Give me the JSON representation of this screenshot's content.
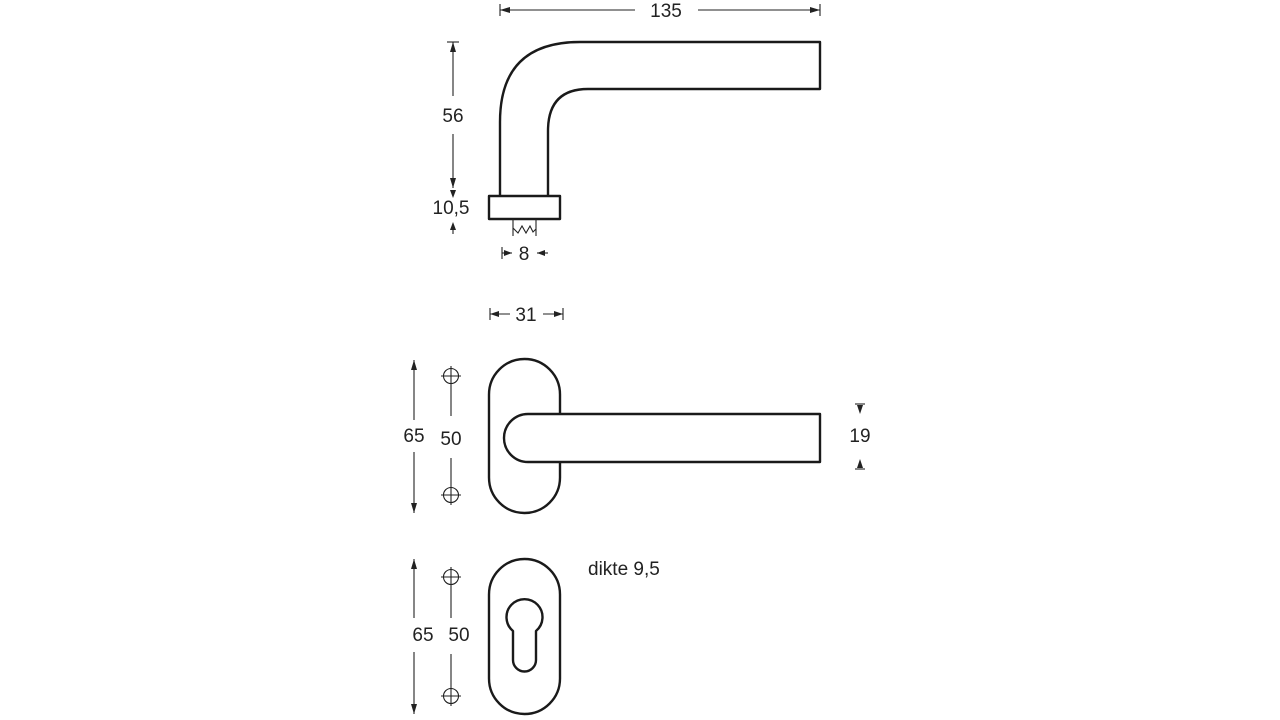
{
  "dimensions": {
    "lever_length": "135",
    "lever_height": "56",
    "rose_thickness": "10,5",
    "spindle": "8",
    "rose_width": "31",
    "rose_height": "65",
    "hole_spacing": "50",
    "lever_grip": "19",
    "escutcheon_height": "65",
    "escutcheon_spacing": "50"
  },
  "note": "dikte 9,5",
  "colors": {
    "line": "#1a1a1a",
    "background": "#ffffff"
  },
  "icons": {
    "mounting_hole": "crosshair-circle-icon",
    "cylinder_hole": "keyhole-icon"
  }
}
